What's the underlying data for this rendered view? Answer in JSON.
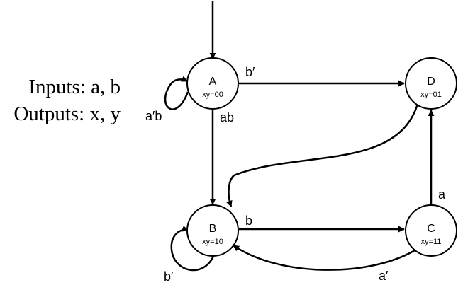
{
  "info": {
    "inputs": "Inputs: a, b",
    "outputs": "Outputs: x, y"
  },
  "states": {
    "A": {
      "name": "A",
      "output": "xy=00"
    },
    "B": {
      "name": "B",
      "output": "xy=10"
    },
    "C": {
      "name": "C",
      "output": "xy=11"
    },
    "D": {
      "name": "D",
      "output": "xy=01"
    }
  },
  "transitions": {
    "a_to_d": "b′",
    "a_self": "a′b",
    "a_to_b": "ab",
    "b_to_c": "b",
    "b_self": "b′",
    "c_to_b": "a′",
    "c_to_d": "a"
  }
}
